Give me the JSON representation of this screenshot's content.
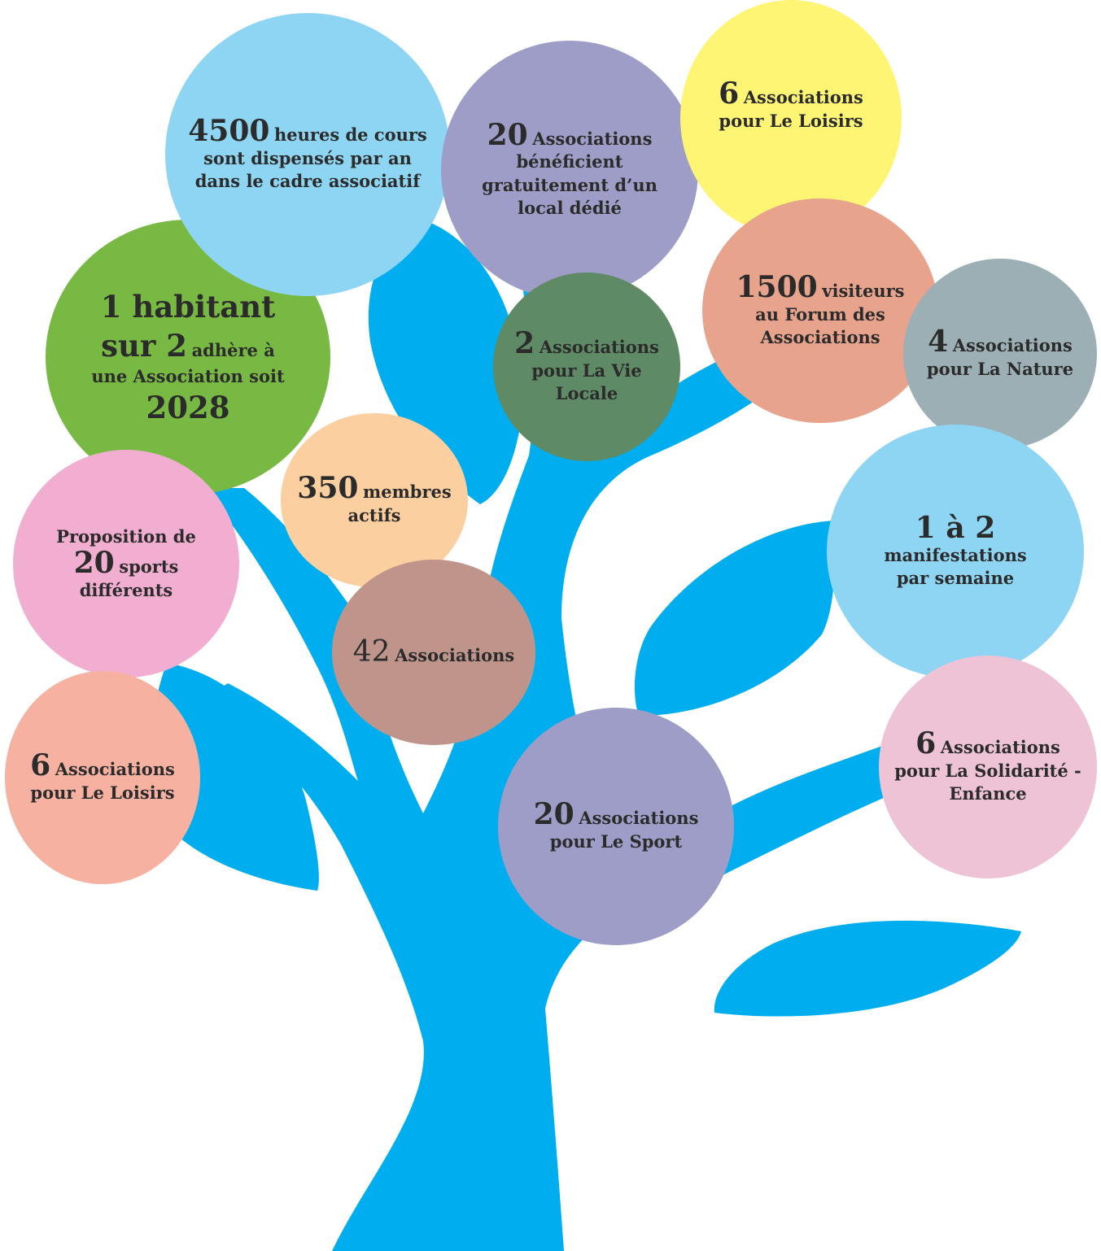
{
  "colors": {
    "tree": "#00aeef",
    "text": "#2b2b2b",
    "green": "#77b943",
    "light_blue": "#8ed5f4",
    "lavender": "#9e9dc7",
    "yellow": "#fff574",
    "salmon": "#e8a38c",
    "slate": "#9bafb5",
    "dark_green": "#5e8a65",
    "peach": "#fbcfa0",
    "pink": "#f1aed0",
    "mauve": "#bf958b",
    "coral": "#f6b1a0",
    "light_pink": "#eec3d5"
  },
  "bubbles": {
    "heures": {
      "num": "4500",
      "l1": "heures de cours",
      "l2": "sont dispensés par an",
      "l3": "dans le cadre associatif"
    },
    "local": {
      "num": "20",
      "l1": "Associations",
      "l2": "bénéficient",
      "l3": "gratuitement d’un",
      "l4": "local dédié"
    },
    "loisirs_top": {
      "num": "6",
      "l1": "Associations",
      "l2": "pour Le Loisirs"
    },
    "visiteurs": {
      "num": "1500",
      "l1": "visiteurs",
      "l2": "au Forum des",
      "l3": "Associations"
    },
    "nature": {
      "num": "4",
      "l1": "Associations",
      "l2": "pour La Nature"
    },
    "habitant": {
      "l1": "1 habitant",
      "l2a": "sur 2",
      "l2b": "adhère à",
      "l3": "une Association soit",
      "l4": "2028"
    },
    "vie_locale": {
      "num": "2",
      "l1": "Associations",
      "l2": "pour La Vie",
      "l3": "Locale"
    },
    "manifestations": {
      "num": "1 à 2",
      "l1": "manifestations",
      "l2": "par semaine"
    },
    "membres": {
      "num": "350",
      "l1": "membres",
      "l2": "actifs"
    },
    "sports": {
      "l1": "Proposition de",
      "num": "20",
      "l2": "sports",
      "l3": "différents"
    },
    "total": {
      "num": "42",
      "l1": "Associations"
    },
    "loisirs_bottom": {
      "num": "6",
      "l1": "Associations",
      "l2": "pour Le Loisirs"
    },
    "sport": {
      "num": "20",
      "l1": "Associations",
      "l2": "pour Le Sport"
    },
    "solidarite": {
      "num": "6",
      "l1": "Associations",
      "l2": "pour La Solidarité -",
      "l3": "Enfance"
    }
  }
}
